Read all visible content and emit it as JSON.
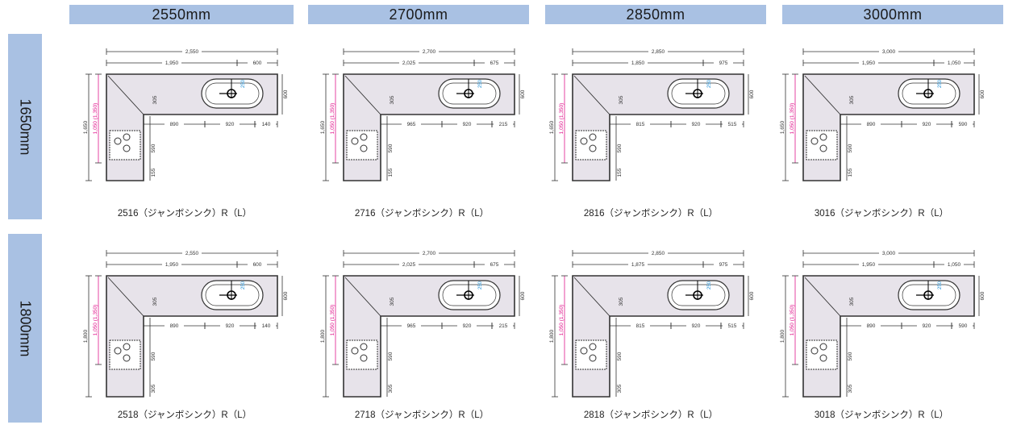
{
  "columns": [
    "2550mm",
    "2700mm",
    "2850mm",
    "3000mm"
  ],
  "rows": [
    "1650mm",
    "1800mm"
  ],
  "cells": [
    [
      {
        "total": "2,550",
        "left": "1,950",
        "right": "600",
        "depth": "1,650",
        "inner": "1,050 (1,350)",
        "d305": "305",
        "d890": "890",
        "d920": "920",
        "end": "140",
        "d600": "600",
        "d590": "590",
        "bottom": "155",
        "tap": "250",
        "caption": "2516（ジャンボシンク）R（L）"
      },
      {
        "total": "2,700",
        "left": "2,025",
        "right": "675",
        "depth": "1,650",
        "inner": "1,050 (1,350)",
        "d305": "305",
        "d890": "965",
        "d920": "920",
        "end": "215",
        "d600": "600",
        "d590": "590",
        "bottom": "155",
        "tap": "250",
        "caption": "2716（ジャンボシンク）R（L）"
      },
      {
        "total": "2,850",
        "left": "1,850",
        "right": "975",
        "depth": "1,650",
        "inner": "1,050 (1,350)",
        "d305": "305",
        "d890": "815",
        "d920": "920",
        "end": "515",
        "d600": "600",
        "d590": "590",
        "bottom": "155",
        "tap": "250",
        "caption": "2816（ジャンボシンク）R（L）"
      },
      {
        "total": "3,000",
        "left": "1,950",
        "right": "1,050",
        "depth": "1,650",
        "inner": "1,050 (1,350)",
        "d305": "305",
        "d890": "890",
        "d920": "920",
        "end": "590",
        "d600": "600",
        "d590": "590",
        "bottom": "155",
        "tap": "250",
        "caption": "3016（ジャンボシンク）R（L）"
      }
    ],
    [
      {
        "total": "2,550",
        "left": "1,950",
        "right": "600",
        "depth": "1,800",
        "inner": "1,050 (1,350)",
        "d305": "305",
        "d890": "890",
        "d920": "920",
        "end": "140",
        "d600": "600",
        "d590": "590",
        "bottom": "305",
        "tap": "250",
        "caption": "2518（ジャンボシンク）R（L）"
      },
      {
        "total": "2,700",
        "left": "2,025",
        "right": "675",
        "depth": "1,800",
        "inner": "1,050 (1,350)",
        "d305": "305",
        "d890": "965",
        "d920": "920",
        "end": "215",
        "d600": "600",
        "d590": "590",
        "bottom": "305",
        "tap": "250",
        "caption": "2718（ジャンボシンク）R（L）"
      },
      {
        "total": "2,850",
        "left": "1,875",
        "right": "975",
        "depth": "1,800",
        "inner": "1,050 (1,350)",
        "d305": "305",
        "d890": "815",
        "d920": "920",
        "end": "515",
        "d600": "600",
        "d590": "590",
        "bottom": "305",
        "tap": "250",
        "caption": "2818（ジャンボシンク）R（L）"
      },
      {
        "total": "3,000",
        "left": "1,950",
        "right": "1,050",
        "depth": "1,800",
        "inner": "1,050 (1,350)",
        "d305": "305",
        "d890": "890",
        "d920": "920",
        "end": "590",
        "d600": "600",
        "d590": "590",
        "bottom": "305",
        "tap": "250",
        "caption": "3018（ジャンボシンク）R（L）"
      }
    ]
  ],
  "colors": {
    "header_bg": "#a9c1e3",
    "counter_fill": "#e7e3ea",
    "outline": "#333333",
    "inner_dim": "#e0168c",
    "tap_dim": "#1e8fd6"
  }
}
